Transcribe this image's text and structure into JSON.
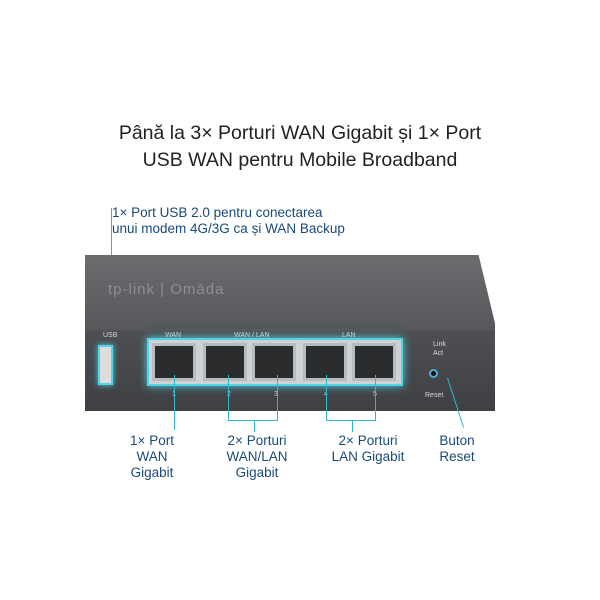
{
  "headline": {
    "line1": "Până la 3× Porturi WAN Gigabit și 1× Port",
    "line2": "USB WAN pentru Mobile Broadband"
  },
  "usb_callout": {
    "line1": "1× Port USB 2.0 pentru conectarea",
    "line2": "unui modem 4G/3G ca și WAN Backup"
  },
  "device": {
    "brand": "tp-link | Omāda",
    "usb_label": "USB",
    "wan_label": "WAN",
    "wanlan_label": "WAN / LAN",
    "lan_label": "LAN",
    "link_label": "Link",
    "act_label": "Act",
    "reset_label": "Reset",
    "port_numbers": [
      "1",
      "2",
      "3",
      "4",
      "5"
    ]
  },
  "callouts": [
    {
      "line1": "1× Port",
      "line2": "WAN",
      "line3": "Gigabit"
    },
    {
      "line1": "2× Porturi",
      "line2": "WAN/LAN",
      "line3": "Gigabit"
    },
    {
      "line1": "2× Porturi",
      "line2": "LAN Gigabit"
    },
    {
      "line1": "Buton",
      "line2": "Reset"
    }
  ],
  "colors": {
    "accent": "#2fb8c9",
    "text": "#1a4a7a"
  }
}
